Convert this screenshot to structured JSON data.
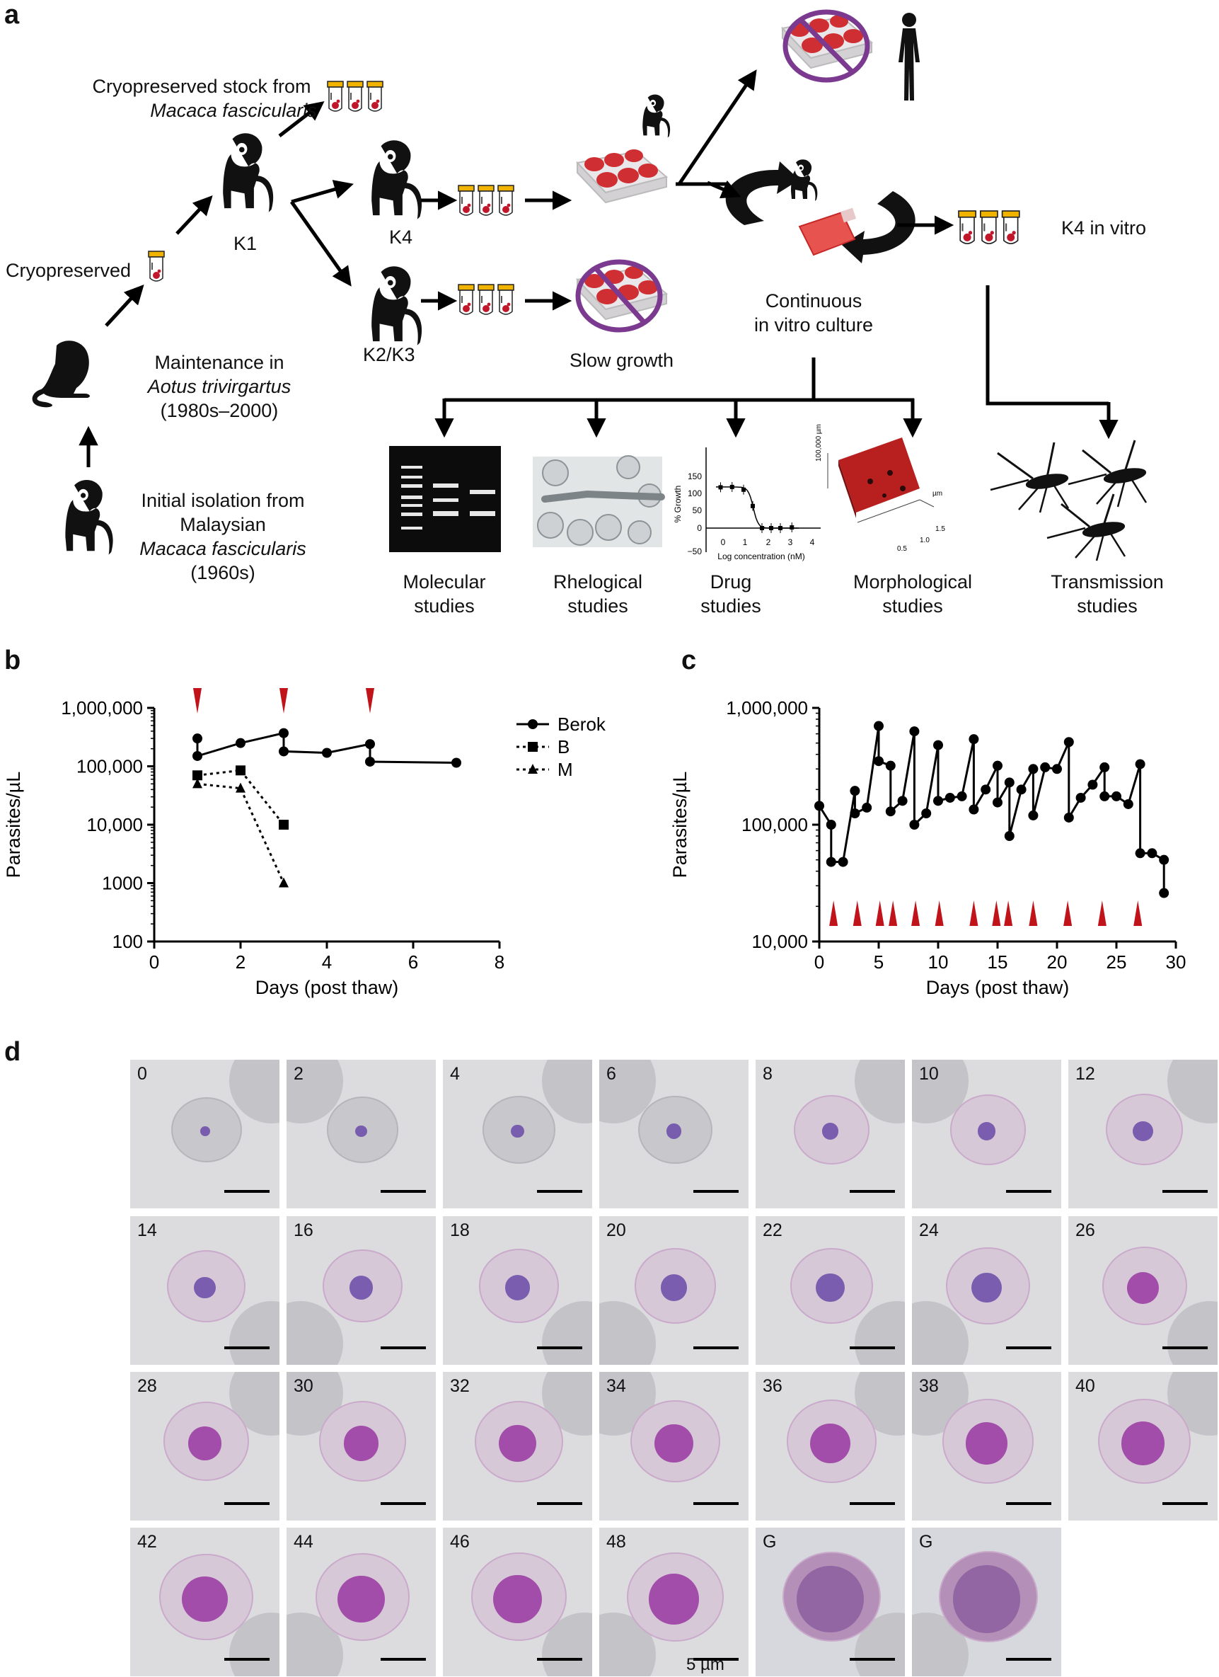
{
  "panels": {
    "a": "a",
    "b": "b",
    "c": "c",
    "d": "d"
  },
  "panel_a": {
    "cryo_stock_line1": "Cryopreserved stock from",
    "cryo_stock_line2": "Macaca fascicularis",
    "cryopreserved": "Cryopreserved",
    "k1": "K1",
    "k4": "K4",
    "k2k3": "K2/K3",
    "maintenance_line1": "Maintenance in",
    "maintenance_line2": "Aotus trivirgartus",
    "maintenance_line3": "(1980s–2000)",
    "initial_line1": "Initial isolation from",
    "initial_line2": "Malaysian",
    "initial_line3": "Macaca fascicularis",
    "initial_line4": "(1960s)",
    "slow_growth": "Slow growth",
    "continuous_line1": "Continuous",
    "continuous_line2": "in vitro culture",
    "k4_in_vitro": "K4 in vitro",
    "studies": [
      {
        "line1": "Molecular",
        "line2": "studies"
      },
      {
        "line1": "Rhelogical",
        "line2": "studies"
      },
      {
        "line1": "Drug",
        "line2": "studies"
      },
      {
        "line1": "Morphological",
        "line2": "studies"
      },
      {
        "line1": "Transmission",
        "line2": "studies"
      }
    ],
    "drug_inset": {
      "ylabel": "% Growth",
      "xlabel": "Log concentration (nM)",
      "yticks": [
        "150",
        "100",
        "50",
        "0",
        "−50"
      ],
      "xticks": [
        "0",
        "1",
        "2",
        "3",
        "4"
      ],
      "points": [
        [
          0.2,
          120
        ],
        [
          0.7,
          121
        ],
        [
          1.2,
          113
        ],
        [
          1.6,
          65
        ],
        [
          2.0,
          0
        ],
        [
          2.4,
          0
        ],
        [
          2.8,
          0
        ],
        [
          3.3,
          2
        ]
      ]
    },
    "afm_inset": {
      "label1": "100,000 µm",
      "label2": "µm",
      "ticks": [
        "0.5",
        "1.0",
        "1.5"
      ]
    },
    "colors": {
      "tube_cap": "#f0b400",
      "tube_blood": "#c0182a",
      "plate_well": "#cf2f32",
      "no_symbol": "#7b3a8f"
    }
  },
  "chart_data": [
    {
      "id": "b",
      "type": "line",
      "ylabel": "Parasites/µL",
      "xlabel": "Days (post thaw)",
      "yscale": "log",
      "ylim": [
        100,
        1000000
      ],
      "xlim": [
        0,
        8
      ],
      "ytick_labels": [
        "1,000,000",
        "100,000",
        "10,000",
        "1000",
        "100"
      ],
      "ytick_values": [
        1000000,
        100000,
        10000,
        1000,
        100
      ],
      "xticks": [
        0,
        2,
        4,
        6,
        8
      ],
      "arrow_days": [
        1,
        3,
        5
      ],
      "legend_position": "right",
      "series": [
        {
          "name": "Berok",
          "marker": "circle",
          "dash": "solid",
          "x": [
            1,
            1,
            2,
            3,
            3,
            4,
            5,
            5,
            7
          ],
          "y": [
            300000,
            150000,
            250000,
            370000,
            180000,
            170000,
            240000,
            120000,
            115000
          ]
        },
        {
          "name": "B",
          "marker": "square",
          "dash": "dotted",
          "x": [
            1,
            2,
            3
          ],
          "y": [
            70000,
            85000,
            10000
          ]
        },
        {
          "name": "M",
          "marker": "triangle",
          "dash": "dotted",
          "x": [
            1,
            2,
            3
          ],
          "y": [
            50000,
            42000,
            1000
          ]
        }
      ]
    },
    {
      "id": "c",
      "type": "line",
      "ylabel": "Parasites/µL",
      "xlabel": "Days (post thaw)",
      "yscale": "log",
      "ylim": [
        10000,
        1000000
      ],
      "xlim": [
        0,
        30
      ],
      "ytick_labels": [
        "1,000,000",
        "100,000",
        "10,000"
      ],
      "ytick_values": [
        1000000,
        100000,
        10000
      ],
      "xticks": [
        0,
        5,
        10,
        15,
        20,
        25,
        30
      ],
      "arrow_days": [
        1.2,
        3.2,
        5.1,
        6.2,
        8.1,
        10.1,
        13,
        14.9,
        15.9,
        18,
        20.9,
        23.8,
        26.8
      ],
      "series": [
        {
          "name": "",
          "marker": "circle",
          "dash": "solid",
          "x": [
            0,
            1,
            1,
            2,
            3,
            3,
            4,
            5,
            5,
            6,
            6,
            7,
            8,
            8,
            9,
            10,
            10,
            11,
            12,
            13,
            13,
            14,
            15,
            15,
            16,
            16,
            17,
            18,
            18,
            19,
            20,
            21,
            21,
            22,
            23,
            24,
            24,
            25,
            26,
            27,
            27,
            28,
            29,
            29
          ],
          "y": [
            145000,
            100000,
            48000,
            48000,
            195000,
            125000,
            140000,
            700000,
            350000,
            320000,
            130000,
            160000,
            630000,
            100000,
            125000,
            480000,
            160000,
            170000,
            175000,
            540000,
            135000,
            200000,
            320000,
            155000,
            230000,
            80000,
            200000,
            300000,
            120000,
            310000,
            300000,
            510000,
            115000,
            170000,
            220000,
            310000,
            175000,
            175000,
            150000,
            330000,
            57000,
            57000,
            50000,
            26000
          ]
        }
      ]
    }
  ],
  "panel_d": {
    "labels": [
      "0",
      "2",
      "4",
      "6",
      "8",
      "10",
      "12",
      "14",
      "16",
      "18",
      "20",
      "22",
      "24",
      "26",
      "28",
      "30",
      "32",
      "34",
      "36",
      "38",
      "40",
      "42",
      "44",
      "46",
      "48",
      "G",
      "G"
    ],
    "scale_text": "5 µm"
  }
}
